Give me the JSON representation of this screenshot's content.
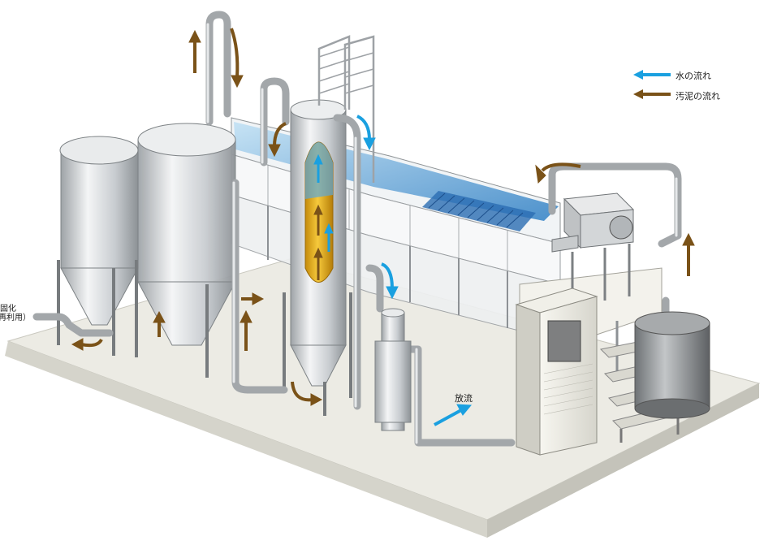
{
  "legend": {
    "water_label": "水の流れ",
    "sludge_label": "汚泥の流れ",
    "water_color": "#1aa0e0",
    "sludge_color": "#7a5218"
  },
  "labels": {
    "outlet_line1": "固化",
    "outlet_line2": "再利用）",
    "discharge": "放流"
  },
  "colors": {
    "steel": "#c9cdd0",
    "water": "#3a8fd0",
    "sludge_fill": "#e8b21c",
    "platform": "#ecebe4"
  }
}
